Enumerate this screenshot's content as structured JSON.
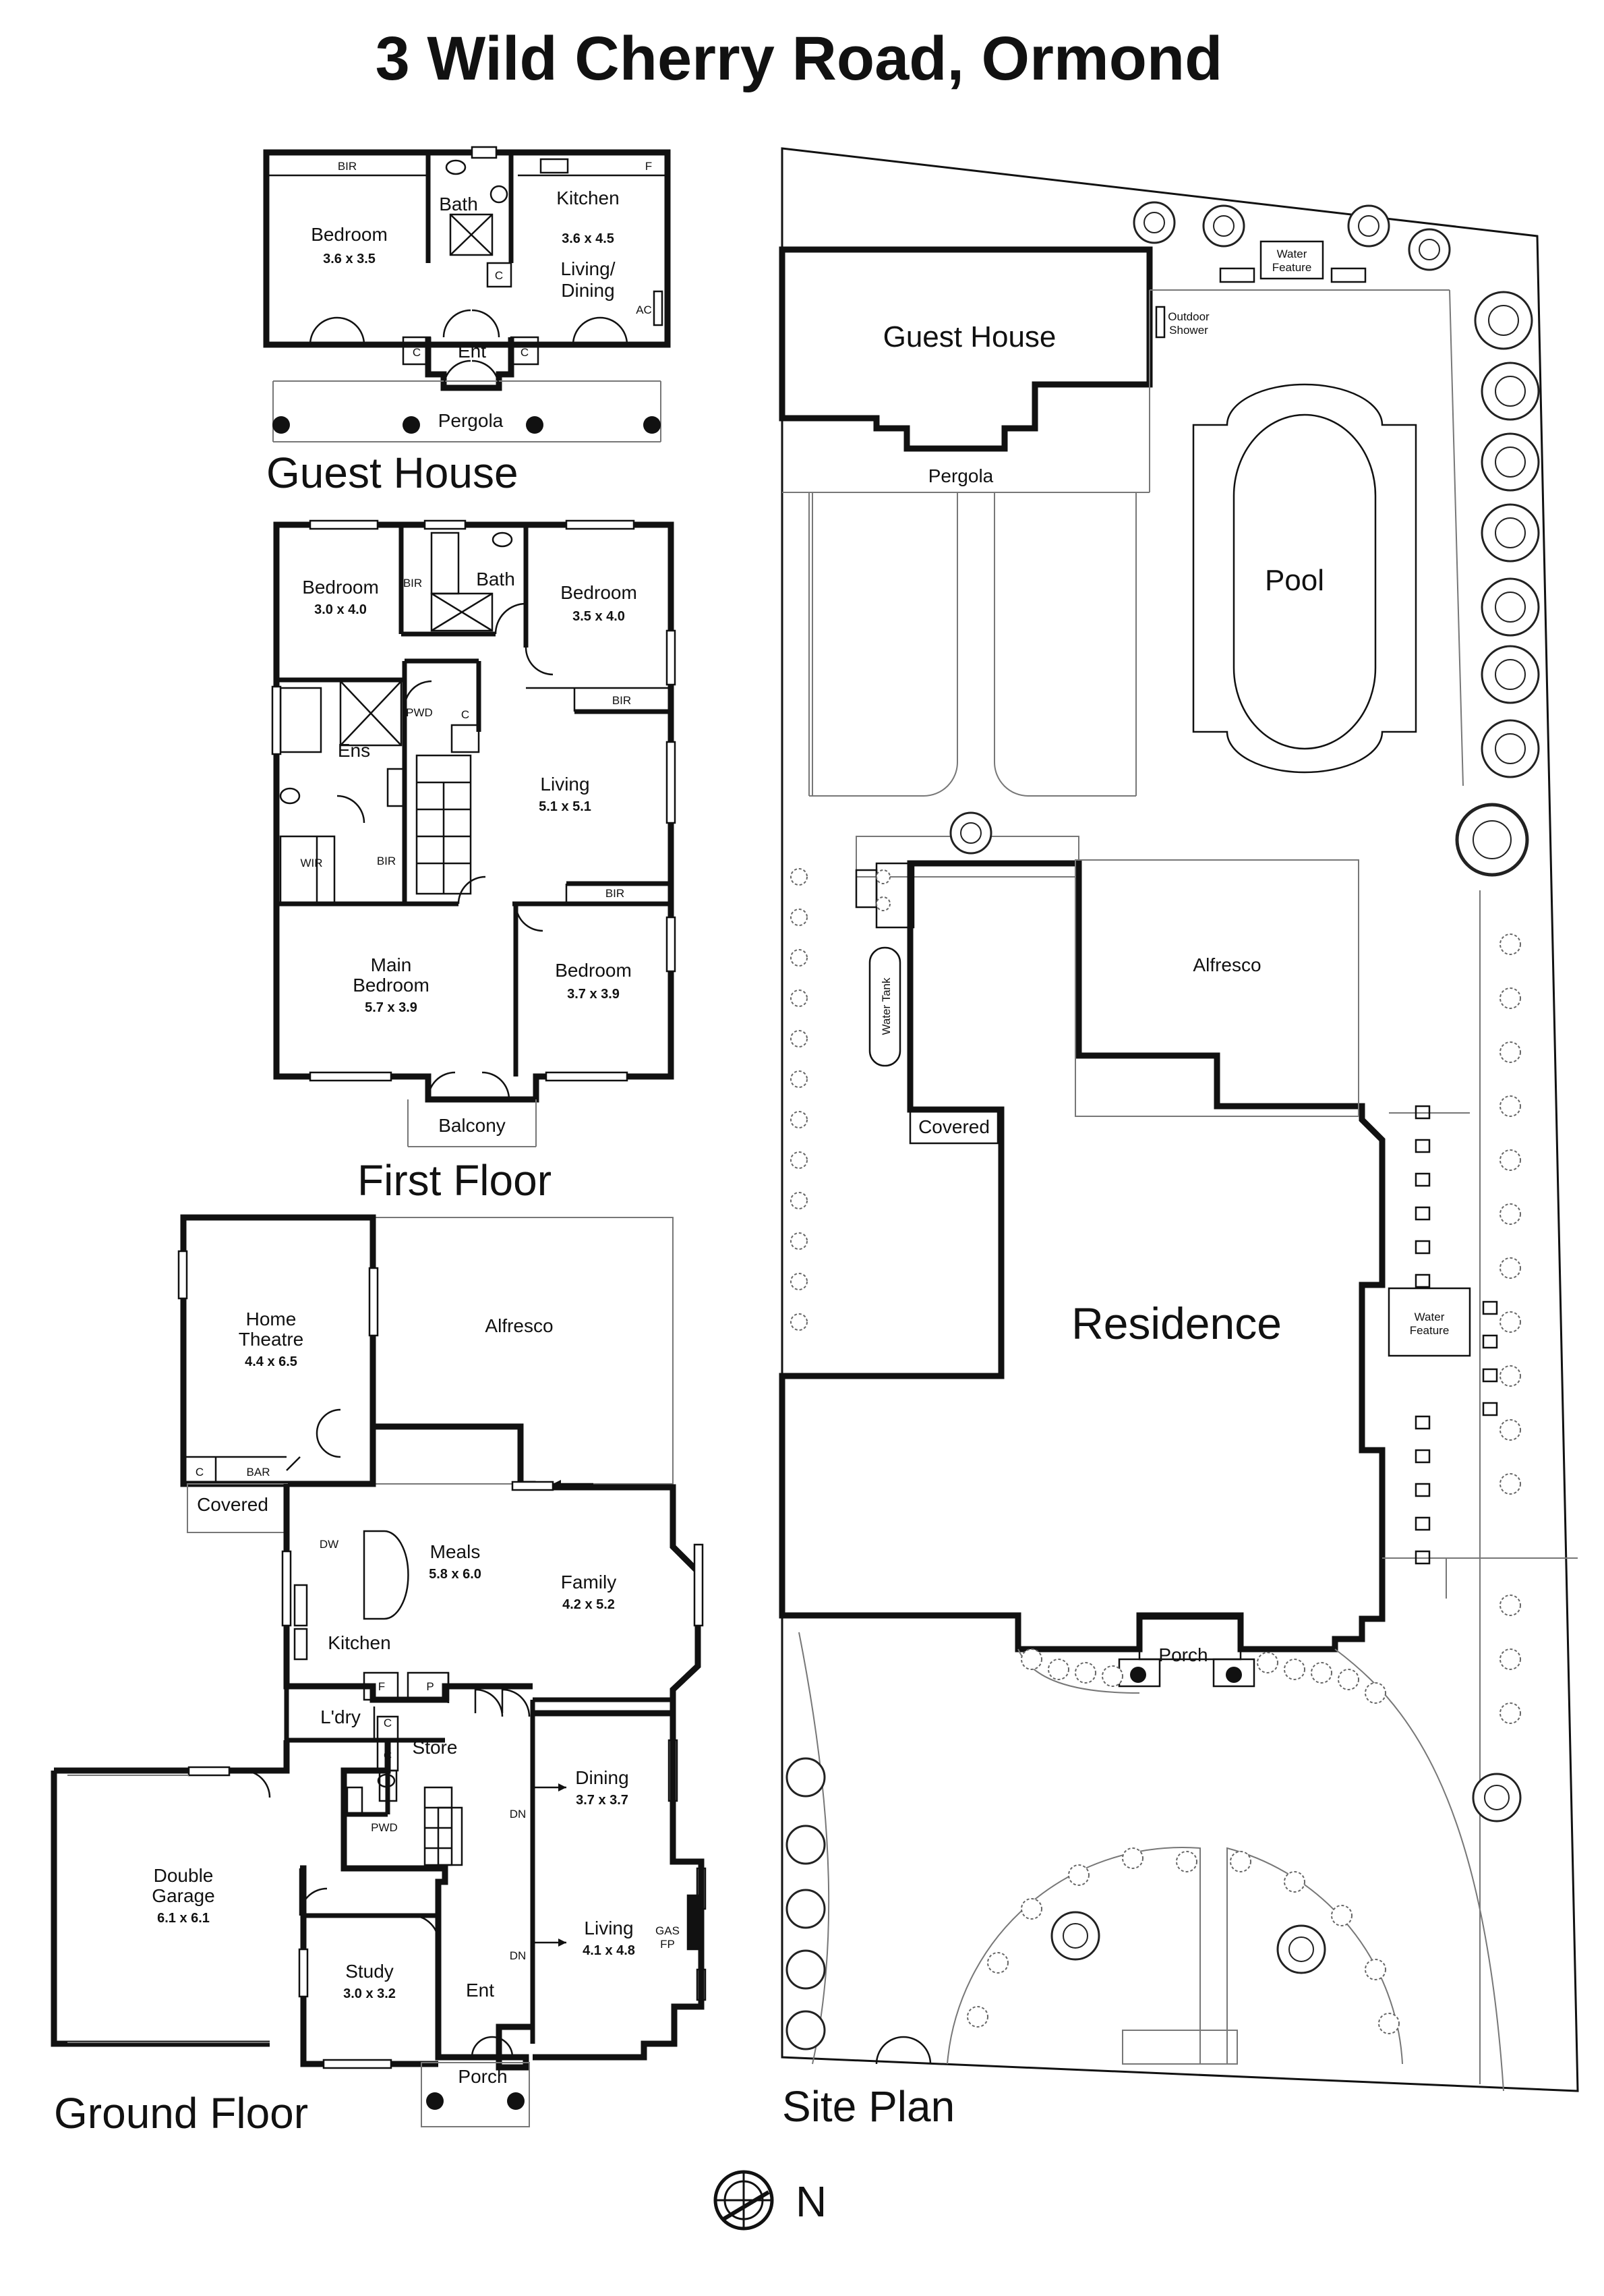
{
  "title": "3 Wild Cherry Road, Ormond",
  "sections": {
    "guest_house": "Guest House",
    "first_floor": "First Floor",
    "ground_floor": "Ground Floor",
    "site_plan": "Site Plan"
  },
  "compass": {
    "label": "N"
  },
  "guest_house": {
    "bir": "BIR",
    "f": "F",
    "bath": "Bath",
    "kitchen": "Kitchen",
    "kitchen_dim": "3.6 x 4.5",
    "living_dining_1": "Living/",
    "living_dining_2": "Dining",
    "ac": "AC",
    "bedroom": "Bedroom",
    "bedroom_dim": "3.6 x 3.5",
    "c": "C",
    "ent": "Ent",
    "pergola": "Pergola"
  },
  "first_floor": {
    "bedroom1": "Bedroom",
    "bedroom1_dim": "3.0 x 4.0",
    "bir": "BIR",
    "bath": "Bath",
    "bedroom2": "Bedroom",
    "bedroom2_dim": "3.5 x 4.0",
    "pwd": "PWD",
    "c": "C",
    "ens": "Ens",
    "living": "Living",
    "living_dim": "5.1 x 5.1",
    "wir": "WIR",
    "main_bedroom_1": "Main",
    "main_bedroom_2": "Bedroom",
    "main_bedroom_dim": "5.7 x 3.9",
    "bedroom3": "Bedroom",
    "bedroom3_dim": "3.7 x 3.9",
    "balcony": "Balcony"
  },
  "ground_floor": {
    "home_theatre_1": "Home",
    "home_theatre_2": "Theatre",
    "home_theatre_dim": "4.4 x 6.5",
    "alfresco": "Alfresco",
    "c": "C",
    "bar": "BAR",
    "covered": "Covered",
    "dw": "DW",
    "meals": "Meals",
    "meals_dim": "5.8 x 6.0",
    "family": "Family",
    "family_dim": "4.2 x 5.2",
    "kitchen": "Kitchen",
    "f": "F",
    "p": "P",
    "ldry": "L'dry",
    "store": "Store",
    "dining": "Dining",
    "dining_dim": "3.7 x 3.7",
    "dn": "DN",
    "pwd": "PWD",
    "double_garage_1": "Double",
    "double_garage_2": "Garage",
    "double_garage_dim": "6.1 x 6.1",
    "study": "Study",
    "study_dim": "3.0 x 3.2",
    "ent": "Ent",
    "living": "Living",
    "living_dim": "4.1 x 4.8",
    "gas": "GAS",
    "fp": "FP",
    "porch": "Porch"
  },
  "site_plan": {
    "guest_house": "Guest House",
    "water_feature_1": "Water",
    "water_feature_2": "Feature",
    "outdoor_shower_1": "Outdoor",
    "outdoor_shower_2": "Shower",
    "pergola": "Pergola",
    "pool": "Pool",
    "alfresco": "Alfresco",
    "water_tank": "Water Tank",
    "covered": "Covered",
    "residence": "Residence",
    "porch": "Porch"
  }
}
